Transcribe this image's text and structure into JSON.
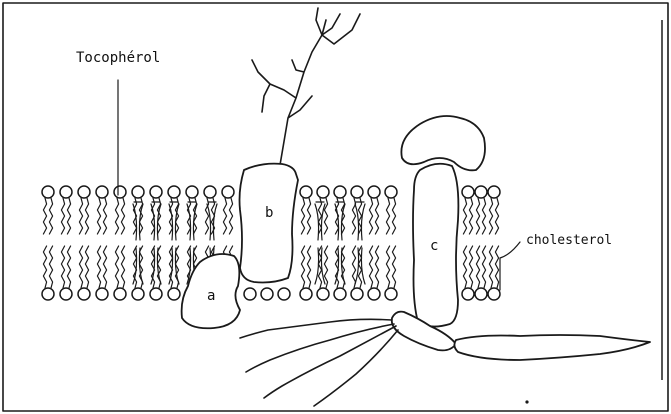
{
  "labels": {
    "tocopherol": "Tocophérol",
    "cholesterol": "cholesterol",
    "protein_a": "a",
    "protein_b": "b",
    "protein_c": "c"
  }
}
